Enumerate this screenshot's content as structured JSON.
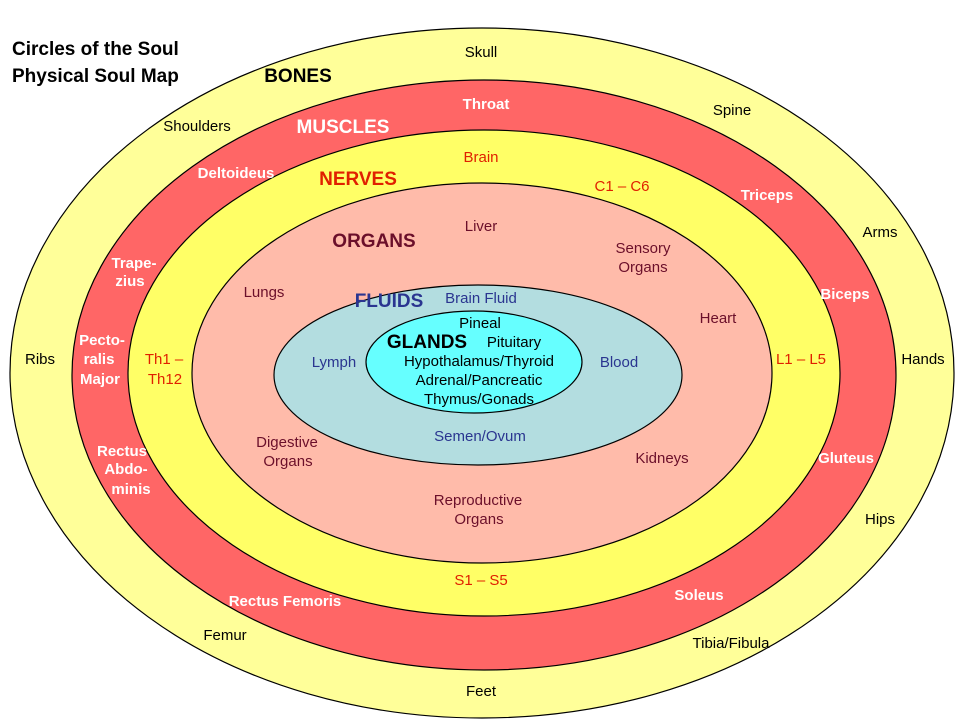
{
  "title": {
    "line1": "Circles of the Soul",
    "line2": "Physical Soul Map"
  },
  "colors": {
    "bones": "#ffff99",
    "muscles": "#ff6666",
    "nerves": "#ffff66",
    "organs": "#ffbbaa",
    "fluids": "#b3dde0",
    "glands": "#66ffff",
    "outline": "#000000"
  },
  "rings": {
    "bones": {
      "heading": "BONES",
      "labels": {
        "skull": "Skull",
        "spine": "Spine",
        "shoulders": "Shoulders",
        "arms": "Arms",
        "ribs": "Ribs",
        "hands": "Hands",
        "hips": "Hips",
        "femur": "Femur",
        "tibia": "Tibia/Fibula",
        "feet": "Feet"
      }
    },
    "muscles": {
      "heading": "MUSCLES",
      "labels": {
        "throat": "Throat",
        "deltoideus": "Deltoideus",
        "triceps": "Triceps",
        "trapezius1": "Trape-",
        "trapezius2": "zius",
        "biceps": "Biceps",
        "pectoralis1": "Pecto-",
        "pectoralis2": "ralis",
        "pectoralis3": "Major",
        "rectus_abd1": "Rectus",
        "rectus_abd2": "Abdo-",
        "rectus_abd3": "minis",
        "gluteus": "Gluteus",
        "rectus_femoris": "Rectus Femoris",
        "soleus": "Soleus"
      }
    },
    "nerves": {
      "heading": "NERVES",
      "labels": {
        "brain": "Brain",
        "c1c6": "C1 – C6",
        "th1": "Th1 –",
        "th12": "Th12",
        "l1l5": "L1 – L5",
        "s1s5": "S1 – S5"
      }
    },
    "organs": {
      "heading": "ORGANS",
      "labels": {
        "liver": "Liver",
        "sensory1": "Sensory",
        "sensory2": "Organs",
        "lungs": "Lungs",
        "heart": "Heart",
        "digestive1": "Digestive",
        "digestive2": "Organs",
        "kidneys": "Kidneys",
        "reproductive1": "Reproductive",
        "reproductive2": "Organs"
      }
    },
    "fluids": {
      "heading": "FLUIDS",
      "labels": {
        "brain_fluid": "Brain Fluid",
        "lymph": "Lymph",
        "blood": "Blood",
        "semen": "Semen/Ovum"
      }
    },
    "glands": {
      "heading": "GLANDS",
      "labels": {
        "pineal": "Pineal",
        "pituitary": "Pituitary",
        "hypothalamus": "Hypothalamus/Thyroid",
        "adrenal": "Adrenal/Pancreatic",
        "thymus": "Thymus/Gonads"
      }
    }
  }
}
